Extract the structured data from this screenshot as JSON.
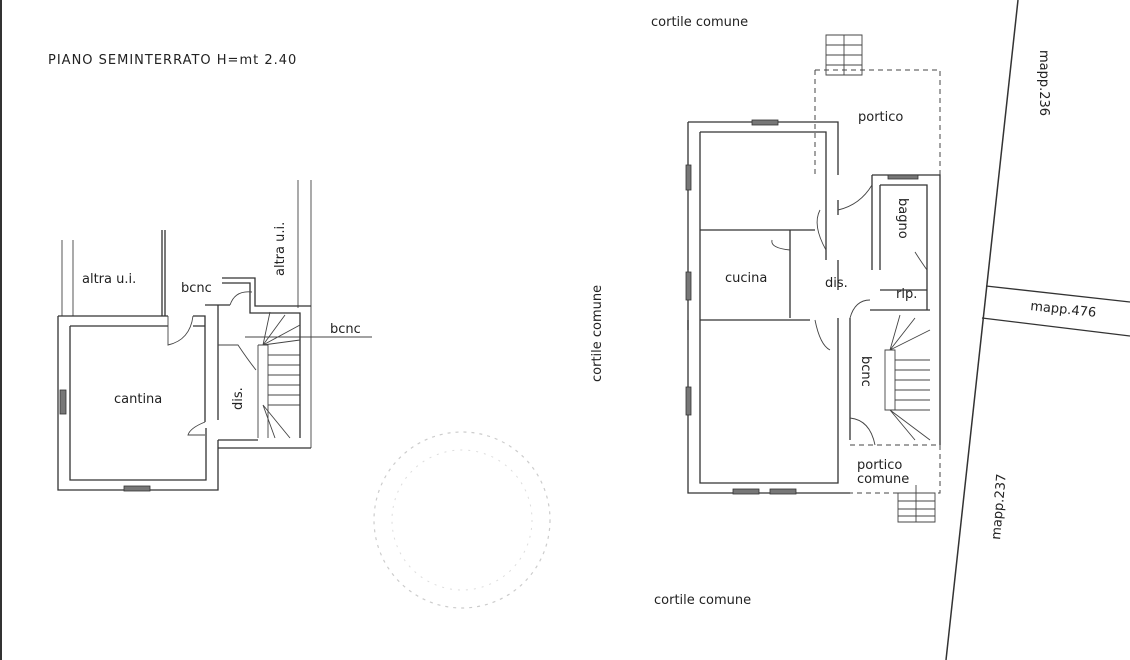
{
  "title": "PIANO SEMINTERRATO H=mt 2.40",
  "basement": {
    "other_unit_1": "altra u.i.",
    "other_unit_2": "altra u.i.",
    "bcnc_1": "bcnc",
    "bcnc_2": "bcnc",
    "cellar": "cantina",
    "hall": "dis."
  },
  "ground": {
    "courtyard_top": "cortile comune",
    "courtyard_left": "cortile comune",
    "courtyard_bottom": "cortile comune",
    "porch": "portico",
    "bathroom": "bagno",
    "kitchen": "cucina",
    "hall": "dis.",
    "storage": "rip.",
    "bcnc": "bcnc",
    "common_porch_1": "portico",
    "common_porch_2": "comune"
  },
  "parcels": {
    "p236": "mapp.236",
    "p476": "mapp.476",
    "p237": "mapp.237"
  }
}
